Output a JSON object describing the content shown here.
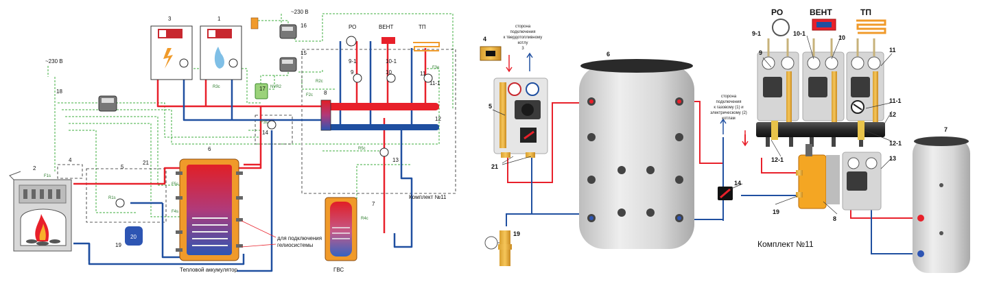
{
  "left": {
    "nums": {
      "n1": "1",
      "n2": "2",
      "n3": "3",
      "n4": "4",
      "n5": "5",
      "n6": "6",
      "n7": "7",
      "n8": "8",
      "n9": "9",
      "n91": "9-1",
      "n10": "10",
      "n101": "10-1",
      "n11": "11",
      "n111": "11-1",
      "n12": "12",
      "n13": "13",
      "n14": "14",
      "n15": "15",
      "n16": "16",
      "n17": "17",
      "n18": "18",
      "n19": "19",
      "n20": "20",
      "n21": "21"
    },
    "ro": "РО",
    "vent": "ВЕНТ",
    "tp": "ТП",
    "accumulator": "Тепловой аккумулятор",
    "gvs": "ГВС",
    "kit": "Комплект №11",
    "helio": [
      "для подключения",
      "гелиосистемы"
    ],
    "sensors": {
      "f1s": "F1s",
      "f2c": "F2c",
      "f3s": "F3s",
      "f3e": "F3e",
      "f4s": "F4s",
      "f5s": "F5s",
      "r1s": "R1s",
      "r2c": "R2c",
      "r3c": "R3c",
      "r4c": "R4c",
      "r5c": "R5c",
      "nvr2": "NVR2"
    },
    "v230": "~230 В"
  },
  "right": {
    "nums": {
      "n4": "4",
      "n5": "5",
      "n6": "6",
      "n7": "7",
      "n8": "8",
      "n9": "9",
      "n91": "9-1",
      "n10": "10",
      "n101": "10-1",
      "n11": "11",
      "n111": "11-1",
      "n12": "12",
      "n121": "12-1",
      "n13": "13",
      "n14": "14",
      "n19": "19",
      "n21": "21"
    },
    "ro": "РО",
    "vent": "ВЕНТ",
    "tp": "ТП",
    "solid_fuel_note": [
      "сторона",
      "подключения",
      "к твердотопливному",
      "котлу",
      "3"
    ],
    "gas_note": [
      "сторона",
      "подключения",
      "к газовому (1) и",
      "электрическому (2)",
      "котлам"
    ],
    "kit": "Комплект №11"
  },
  "colors": {
    "hot": "#e8202a",
    "cold": "#1f4fa0",
    "signal": "#3cae3c",
    "tank_orange": "#f09a2a",
    "metal": "#cfcfcf"
  }
}
